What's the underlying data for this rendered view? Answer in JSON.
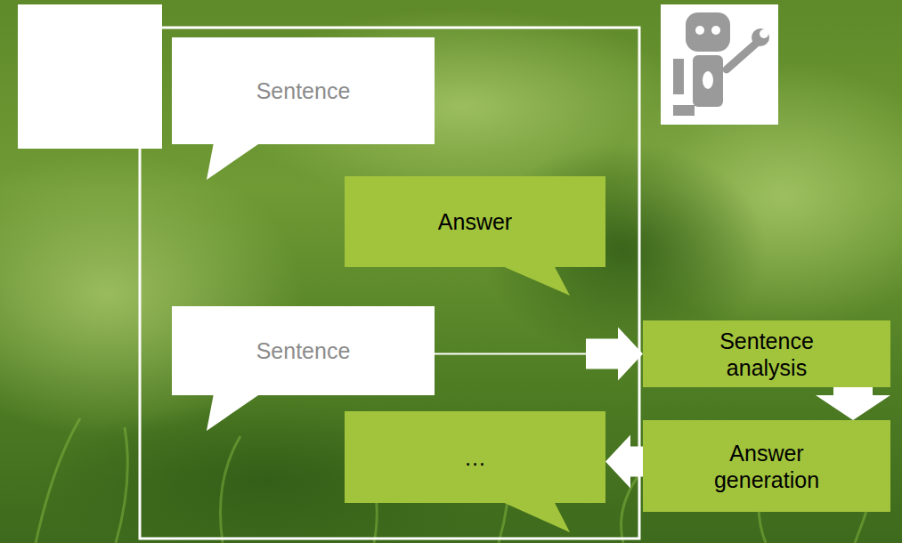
{
  "diagram": {
    "nodes": [
      {
        "text": [
          "Sentence"
        ]
      },
      {
        "text": [
          "Answer"
        ]
      },
      {
        "text": [
          "Sentence"
        ]
      },
      {
        "text": [
          "…"
        ]
      },
      {
        "text": [
          "Sentence analysis"
        ]
      },
      {
        "text": [
          "Answer generation"
        ]
      }
    ],
    "edges": [
      {
        "from": 2,
        "to": 4,
        "arrow": "to"
      },
      {
        "from": 4,
        "to": 5,
        "arrow": "to"
      },
      {
        "from": 5,
        "to": 3,
        "arrow": "to"
      }
    ]
  }
}
